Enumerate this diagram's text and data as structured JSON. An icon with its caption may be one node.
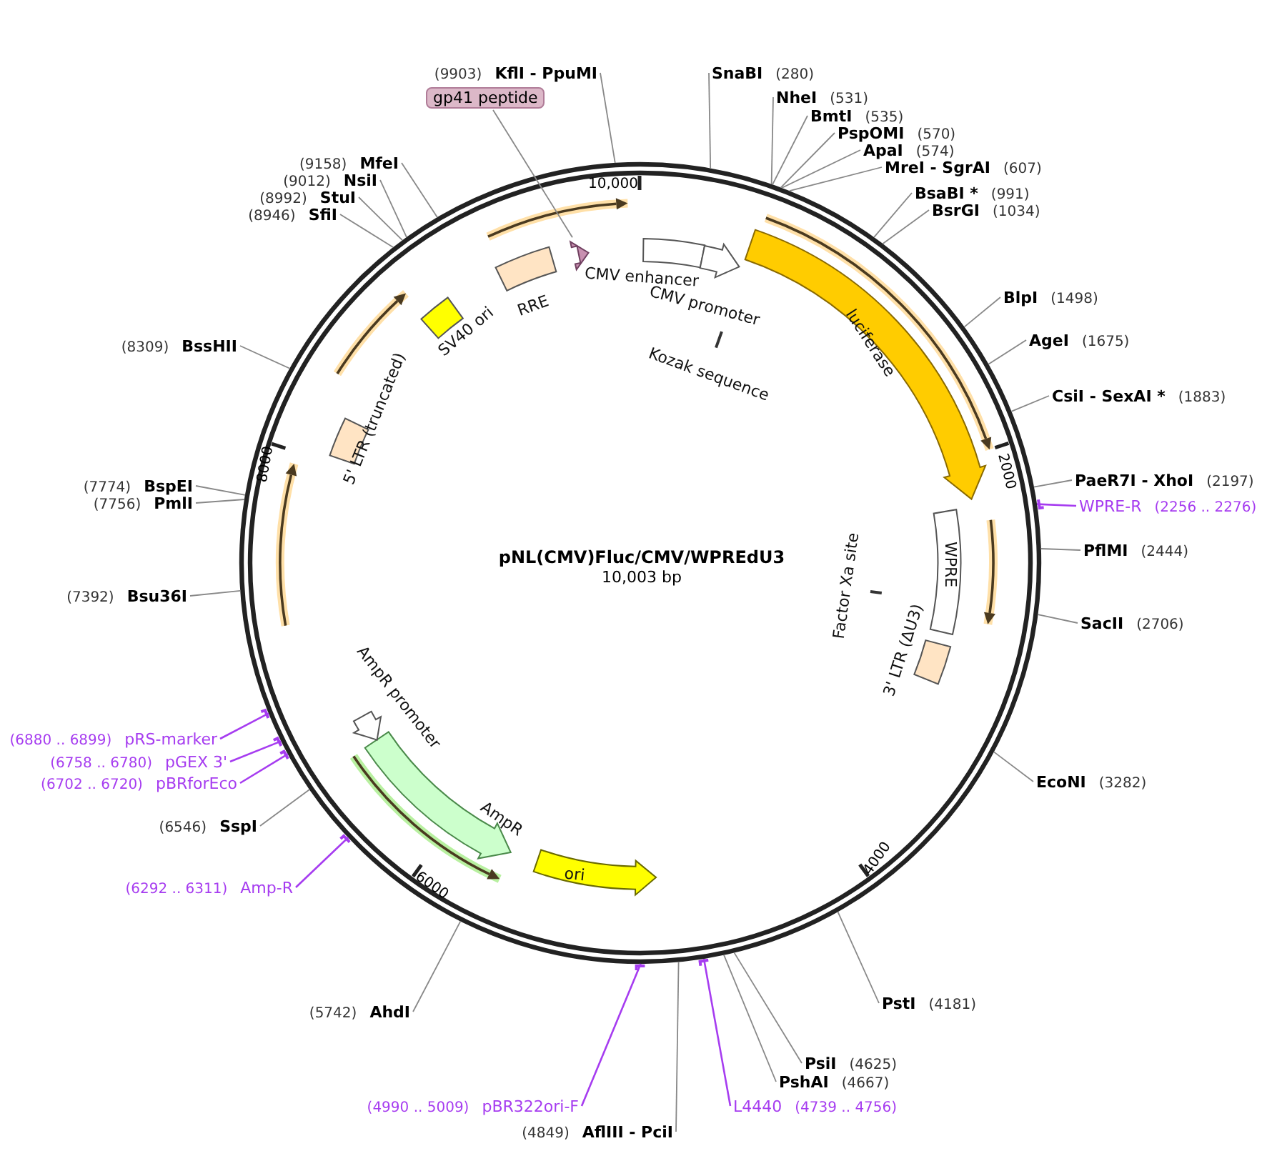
{
  "diagram": {
    "title": "pNL(CMV)Fluc/CMV/WPREdU3",
    "caption": "10,003 bp",
    "nodes": [
      {
        "text": [
          "(9903)",
          "KflI - PpuMI"
        ]
      },
      {
        "text": [
          "gp41 peptide"
        ]
      },
      {
        "text": [
          "SnaBI",
          "(280)"
        ]
      },
      {
        "text": [
          "NheI",
          "(531)"
        ]
      },
      {
        "text": [
          "BmtI",
          "(535)"
        ]
      },
      {
        "text": [
          "PspOMI",
          "(570)"
        ]
      },
      {
        "text": [
          "ApaI",
          "(574)"
        ]
      },
      {
        "text": [
          "MreI - SgrAI",
          "(607)"
        ]
      },
      {
        "text": [
          "(9158)",
          "MfeI"
        ]
      },
      {
        "text": [
          "(9012)",
          "NsiI"
        ]
      },
      {
        "text": [
          "(8992)",
          "StuI"
        ]
      },
      {
        "text": [
          "(8946)",
          "SfiI"
        ]
      },
      {
        "text": [
          "BsaBI *",
          "(991)"
        ]
      },
      {
        "text": [
          "BsrGI",
          "(1034)"
        ]
      },
      {
        "text": [
          "BlpI",
          "(1498)"
        ]
      },
      {
        "text": [
          "AgeI",
          "(1675)"
        ]
      },
      {
        "text": [
          "(8309)",
          "BssHII"
        ]
      },
      {
        "text": [
          "CsiI - SexAI *",
          "(1883)"
        ]
      },
      {
        "text": [
          "PaeR7I - XhoI",
          "(2197)"
        ]
      },
      {
        "text": [
          "(7774)",
          "BspEI"
        ]
      },
      {
        "text": [
          "(7756)",
          "PmlI"
        ]
      },
      {
        "text": [
          "WPRE-R",
          "(2256 .. 2276)"
        ]
      },
      {
        "text": [
          "PflMI",
          "(2444)"
        ]
      },
      {
        "text": [
          "(7392)",
          "Bsu36I"
        ]
      },
      {
        "text": [
          "SacII",
          "(2706)"
        ]
      },
      {
        "text": [
          "(6880 .. 6899)",
          "pRS-marker"
        ]
      },
      {
        "text": [
          "(6758 .. 6780)",
          "pGEX 3'"
        ]
      },
      {
        "text": [
          "(6702 .. 6720)",
          "pBRforEco"
        ]
      },
      {
        "text": [
          "EcoNI",
          "(3282)"
        ]
      },
      {
        "text": [
          "(6546)",
          "SspI"
        ]
      },
      {
        "text": [
          "(6292 .. 6311)",
          "Amp-R"
        ]
      },
      {
        "text": [
          "PstI",
          "(4181)"
        ]
      },
      {
        "text": [
          "(5742)",
          "AhdI"
        ]
      },
      {
        "text": [
          "PsiI",
          "(4625)"
        ]
      },
      {
        "text": [
          "PshAI",
          "(4667)"
        ]
      },
      {
        "text": [
          "(4990 .. 5009)",
          "pBR322ori-F"
        ]
      },
      {
        "text": [
          "L4440",
          "(4739 .. 4756)"
        ]
      },
      {
        "text": [
          "(4849)",
          "AflIII - PciI"
        ]
      },
      {
        "text": [],
        "shape": "arrow"
      },
      {
        "text": [
          "CMV enhancer"
        ]
      },
      {
        "text": [
          "CMV promoter"
        ]
      },
      {
        "text": [
          "Kozak sequence"
        ]
      },
      {
        "text": [
          "luciferase"
        ]
      },
      {
        "text": [
          "WPRE"
        ]
      },
      {
        "text": [
          "Factor Xa site"
        ]
      },
      {
        "text": [
          "3' LTR (ΔU3)"
        ]
      },
      {
        "text": [
          "ori"
        ]
      },
      {
        "text": [
          "AmpR"
        ]
      },
      {
        "text": [
          "AmpR promoter"
        ]
      },
      {
        "text": [
          "5' LTR (truncated)"
        ]
      },
      {
        "text": [
          "SV40 ori"
        ]
      },
      {
        "text": [
          "RRE"
        ]
      }
    ],
    "edges": [
      {
        "from": 0,
        "to": null,
        "arrow": "none"
      },
      {
        "from": 1,
        "to": 38,
        "arrow": "none"
      },
      {
        "from": 2,
        "to": null,
        "arrow": "none"
      },
      {
        "from": 3,
        "to": null,
        "arrow": "none"
      },
      {
        "from": 4,
        "to": null,
        "arrow": "none"
      },
      {
        "from": 5,
        "to": null,
        "arrow": "none"
      },
      {
        "from": 6,
        "to": null,
        "arrow": "none"
      },
      {
        "from": 7,
        "to": null,
        "arrow": "none"
      },
      {
        "from": 8,
        "to": null,
        "arrow": "none"
      },
      {
        "from": 9,
        "to": null,
        "arrow": "none"
      },
      {
        "from": 10,
        "to": null,
        "arrow": "none"
      },
      {
        "from": 11,
        "to": null,
        "arrow": "none"
      },
      {
        "from": 12,
        "to": null,
        "arrow": "none"
      },
      {
        "from": 13,
        "to": null,
        "arrow": "none"
      },
      {
        "from": 14,
        "to": null,
        "arrow": "none"
      },
      {
        "from": 15,
        "to": null,
        "arrow": "none"
      },
      {
        "from": 16,
        "to": null,
        "arrow": "none"
      },
      {
        "from": 17,
        "to": null,
        "arrow": "none"
      },
      {
        "from": 18,
        "to": null,
        "arrow": "none"
      },
      {
        "from": 19,
        "to": null,
        "arrow": "none"
      },
      {
        "from": 20,
        "to": null,
        "arrow": "none"
      },
      {
        "from": 21,
        "to": null,
        "arrow": "none",
        "color": "#a63cf0"
      },
      {
        "from": 22,
        "to": null,
        "arrow": "none"
      },
      {
        "from": 23,
        "to": null,
        "arrow": "none"
      },
      {
        "from": 24,
        "to": null,
        "arrow": "none"
      },
      {
        "from": 25,
        "to": null,
        "arrow": "none",
        "color": "#a63cf0"
      },
      {
        "from": 26,
        "to": null,
        "arrow": "none",
        "color": "#a63cf0"
      },
      {
        "from": 27,
        "to": null,
        "arrow": "none",
        "color": "#a63cf0"
      },
      {
        "from": 28,
        "to": null,
        "arrow": "none"
      },
      {
        "from": 29,
        "to": null,
        "arrow": "none"
      },
      {
        "from": 30,
        "to": null,
        "arrow": "none",
        "color": "#a63cf0"
      },
      {
        "from": 31,
        "to": null,
        "arrow": "none"
      },
      {
        "from": 32,
        "to": null,
        "arrow": "none"
      },
      {
        "from": 33,
        "to": null,
        "arrow": "none"
      },
      {
        "from": 34,
        "to": null,
        "arrow": "none"
      },
      {
        "from": 35,
        "to": null,
        "arrow": "none",
        "color": "#a63cf0"
      },
      {
        "from": 36,
        "to": null,
        "arrow": "none",
        "color": "#a63cf0"
      },
      {
        "from": 37,
        "to": null,
        "arrow": "none"
      }
    ],
    "labels": [
      "10,000",
      "2000",
      "4000",
      "6000",
      "8000"
    ]
  }
}
